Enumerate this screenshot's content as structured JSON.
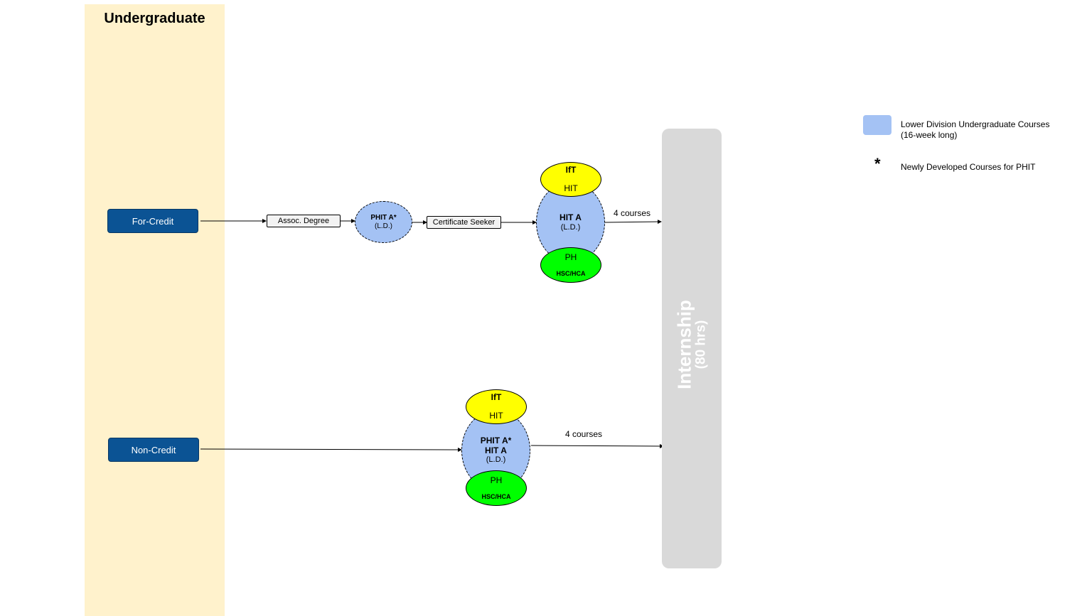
{
  "lane": {
    "title": "Undergraduate"
  },
  "entries": {
    "for_credit": "For-Credit",
    "non_credit": "Non-Credit"
  },
  "for_credit_path": {
    "assoc_degree": "Assoc. Degree",
    "phit_a_title": "PHIT A*",
    "phit_a_sub": "(L.D.)",
    "certificate_seeker": "Certificate Seeker",
    "ift": "IfT",
    "hit_top": "HIT",
    "hit_a_title": "HIT A",
    "hit_a_sub": "(L.D.)",
    "ph": "PH",
    "hsc_hca": "HSC/HCA",
    "courses_label": "4 courses"
  },
  "non_credit_path": {
    "ift": "IfT",
    "hit_top": "HIT",
    "phit_a_title": "PHIT A*",
    "hit_a_title": "HIT A",
    "sub": "(L.D.)",
    "ph": "PH",
    "hsc_hca": "HSC/HCA",
    "courses_label": "4 courses"
  },
  "internship": {
    "title": "Internship",
    "hours": "(80 hrs)"
  },
  "legend": {
    "lower_division_line1": "Lower Division Undergraduate Courses",
    "lower_division_line2": "(16-week long)",
    "star_symbol": "*",
    "new_courses": "Newly Developed Courses for PHIT"
  },
  "colors": {
    "lane_bg": "#fff2cc",
    "entry_button": "#0b5394",
    "lower_division": "#a4c2f4",
    "ift": "#ffff00",
    "ph": "#00ff00",
    "internship": "#d9d9d9"
  }
}
